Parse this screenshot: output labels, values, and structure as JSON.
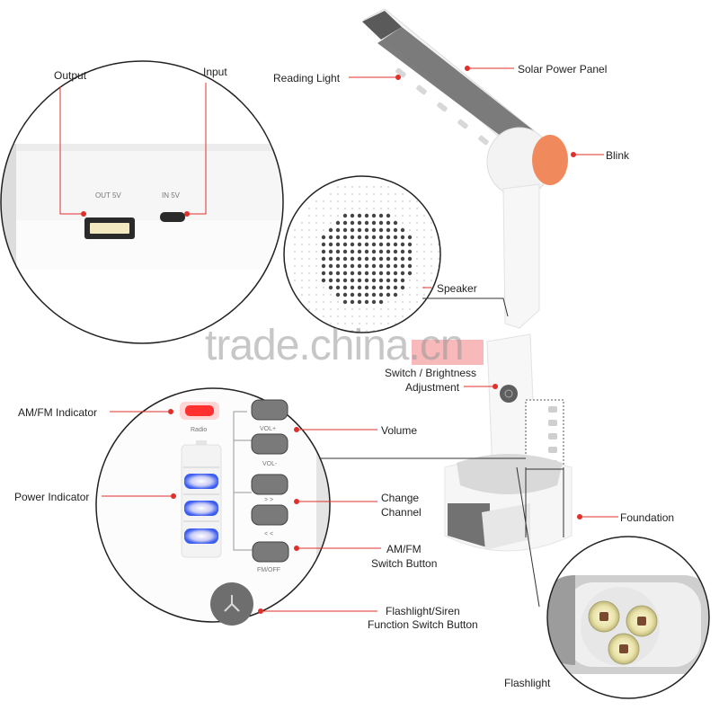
{
  "callouts": {
    "output": "Output",
    "input": "Input",
    "reading_light": "Reading Light",
    "solar_panel": "Solar Power Panel",
    "blink": "Blink",
    "speaker": "Speaker",
    "switch_brightness": "Switch / Brightness",
    "adjustment": "Adjustment",
    "am_fm_indicator": "AM/FM Indicator",
    "volume": "Volume",
    "power_indicator": "Power Indicator",
    "change_channel_1": "Change",
    "change_channel_2": "Channel",
    "foundation": "Foundation",
    "am_fm_switch_1": "AM/FM",
    "am_fm_switch_2": "Switch Button",
    "flashlight_siren_1": "Flashlight/Siren",
    "flashlight_siren_2": "Function Switch Button",
    "flashlight": "Flashlight"
  },
  "device_text": {
    "out_port": "OUT 5V",
    "in_port": "IN 5V",
    "radio": "Radio",
    "vol_plus": "VOL+",
    "vol_minus": "VOL-",
    "next": "> >",
    "prev": "< <",
    "fm_off": "FM/OFF"
  },
  "watermark": "trade.china.cn",
  "colors": {
    "callout_red": "#e0302a",
    "blink_orange": "#f08a5d",
    "indicator_blue": "#3a5cf0",
    "radio_red": "#ff3030",
    "button_gray": "#7a7a7a",
    "panel_gray": "#5a5a5a"
  }
}
